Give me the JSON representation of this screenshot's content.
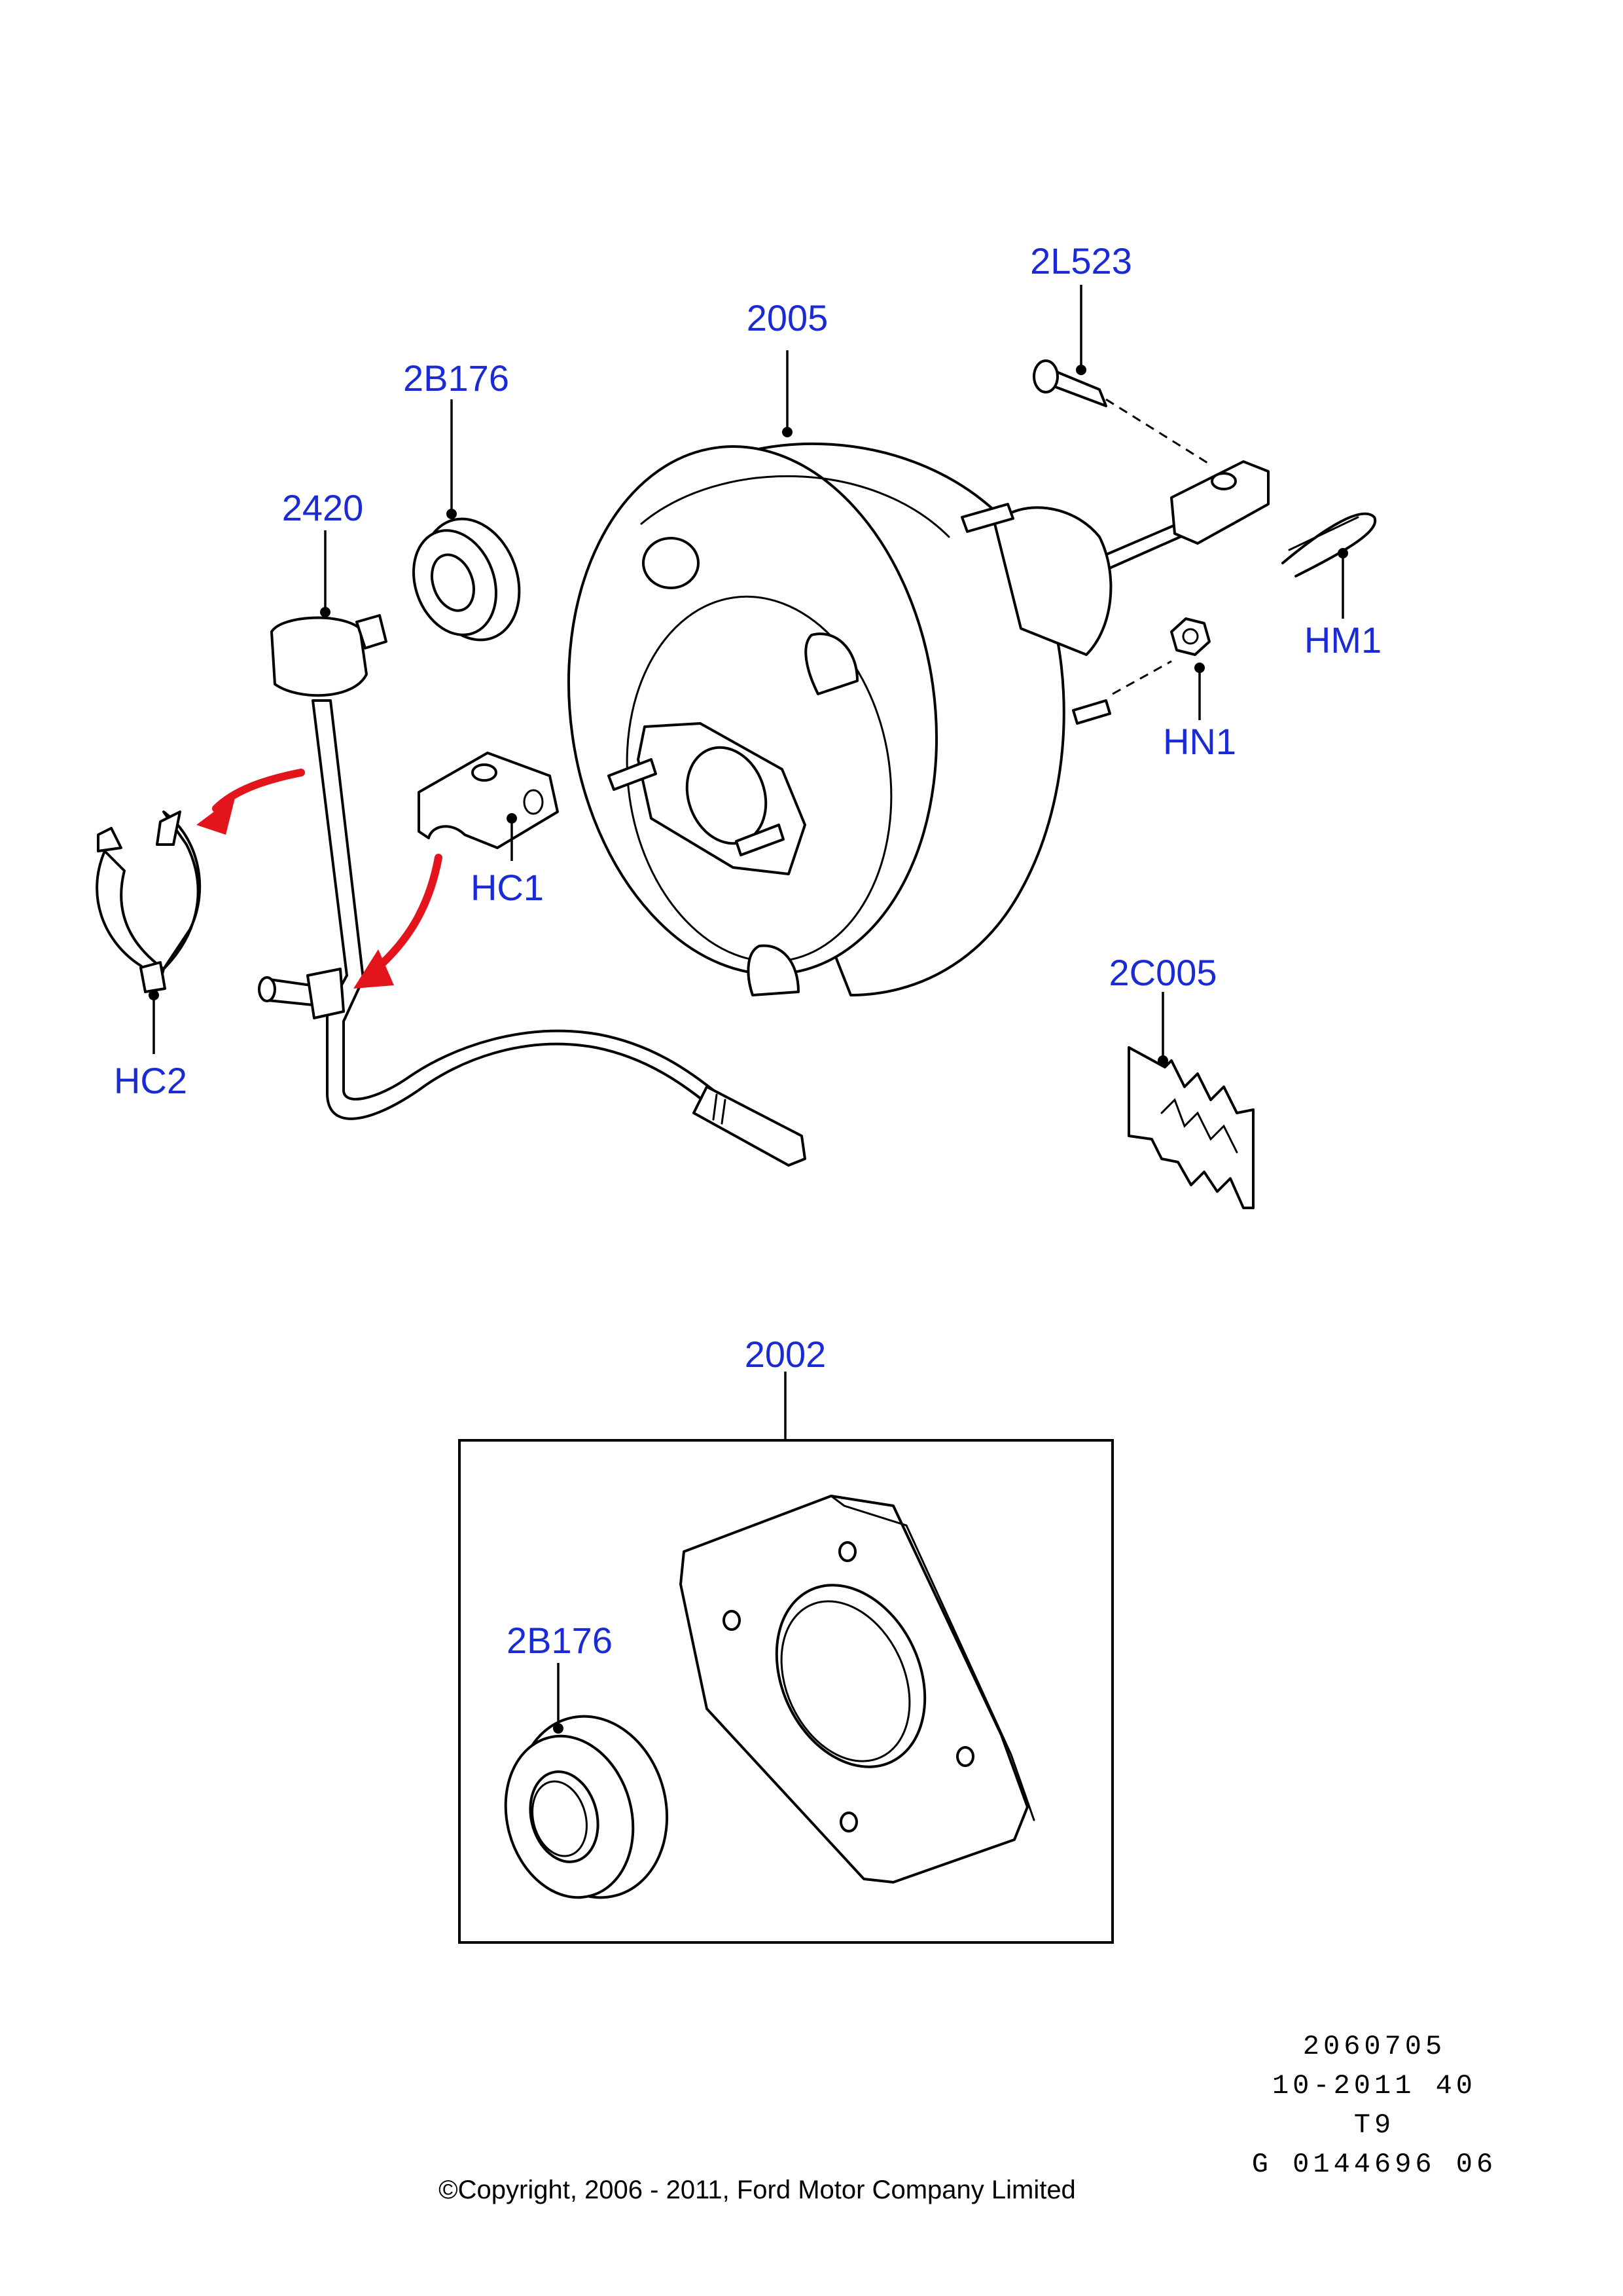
{
  "callouts": {
    "booster": "2005",
    "pin": "2L523",
    "grommet_top": "2B176",
    "hose": "2420",
    "clip_hm1": "HM1",
    "nut_hn1": "HN1",
    "clamp_hc1": "HC1",
    "clip_hc2": "HC2",
    "seal_2c005": "2C005",
    "kit": "2002",
    "grommet_kit": "2B176"
  },
  "reference": {
    "line1": "2060705",
    "line2": "10-2011 40",
    "line3": "T9",
    "line4": "G 0144696 06"
  },
  "copyright": "©Copyright, 2006 - 2011, Ford Motor Company Limited",
  "colors": {
    "callout_text": "#1a2bd6",
    "arrow": "#e3141b",
    "line": "#000000"
  }
}
